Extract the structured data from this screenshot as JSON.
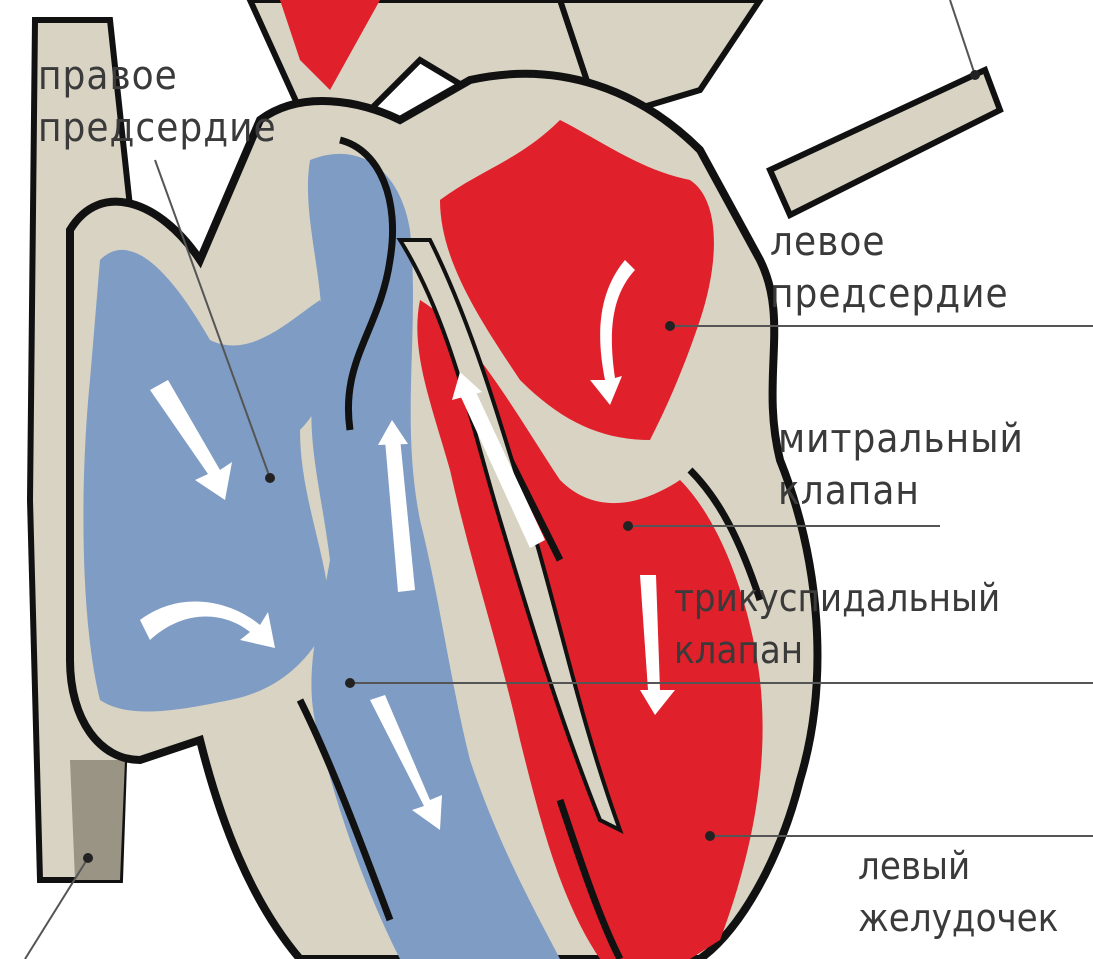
{
  "labels": {
    "right_atrium": {
      "line1": "правое",
      "line2": "предсердие"
    },
    "left_atrium": {
      "line1": "левое",
      "line2": "предсердие"
    },
    "mitral_valve": {
      "line1": "митральный",
      "line2": "клапан"
    },
    "tricuspid_valve": {
      "line1": "трикуспидальный",
      "line2": "клапан"
    },
    "left_ventricle": {
      "line1": "левый",
      "line2": "желудочек"
    }
  },
  "colors": {
    "oxygenated_blood": "#e0202a",
    "deoxygenated_blood": "#7f9cc4",
    "wall": "#d8d3c3",
    "wall_shade": "#9a9484",
    "outline": "#111111",
    "leader_line": "#555555",
    "label_text": "#3a3a3a",
    "flow_arrow": "#ffffff"
  }
}
